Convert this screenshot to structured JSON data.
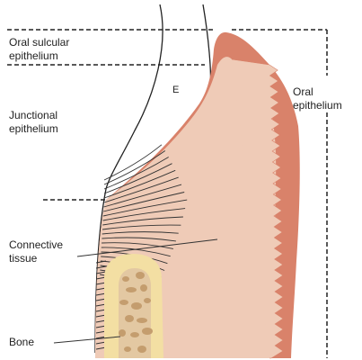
{
  "diagram": {
    "labels": {
      "oral_sulcular_epithelium": "Oral sulcular\nepithelium",
      "junctional_epithelium": "Junctional\nepithelium",
      "oral_epithelium": "Oral\nepithelium",
      "enamel": "E",
      "connective_tissue": "Connective\ntissue",
      "bone": "Bone"
    },
    "colors": {
      "epithelium": "#d9826a",
      "connective_tissue": "#efcbb7",
      "bone_outer": "#f3dfa3",
      "bone_inner": "#e3c8a2",
      "bone_trabecular": "#c49d6e",
      "outline": "#222222",
      "fibers": "#333333"
    }
  }
}
